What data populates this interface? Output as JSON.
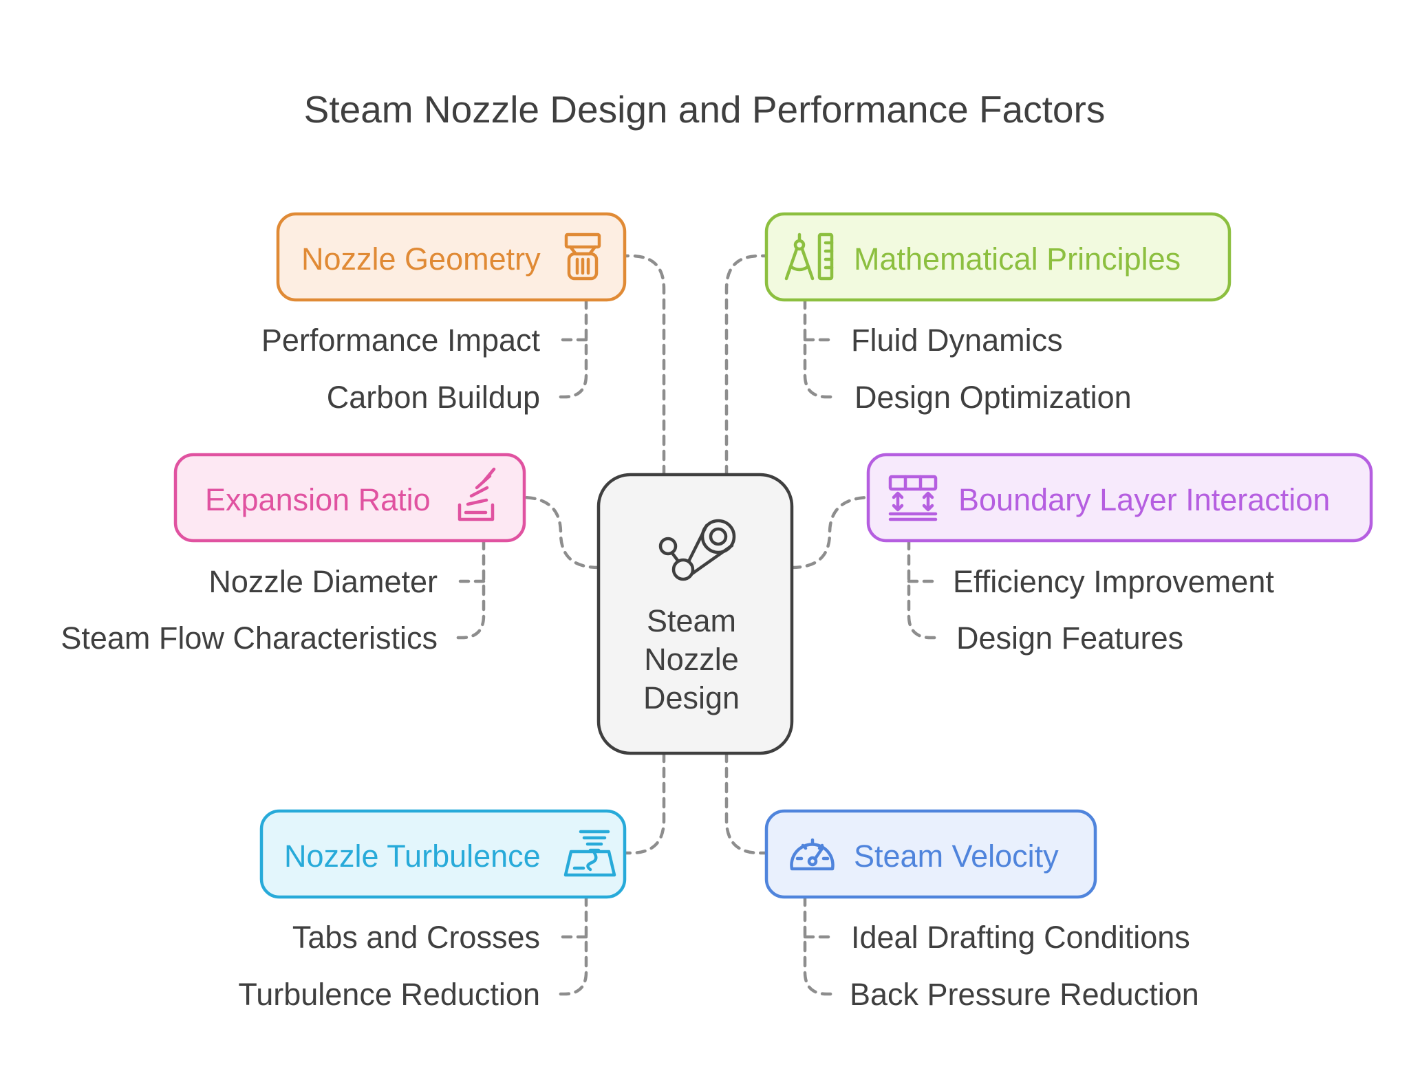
{
  "title": "Steam Nozzle Design and Performance Factors",
  "center": {
    "lines": [
      "Steam",
      "Nozzle",
      "Design"
    ],
    "icon": "valve-linkage-icon",
    "fill": "#f4f4f4",
    "stroke": "#3f3f3f"
  },
  "nodes": [
    {
      "id": "nozzle-geometry",
      "label": "Nozzle Geometry",
      "icon": "nozzle-icon",
      "color": "#e08a35",
      "fill": "#fdeee2",
      "subs": [
        "Performance Impact",
        "Carbon Buildup"
      ]
    },
    {
      "id": "mathematical-principles",
      "label": "Mathematical Principles",
      "icon": "drafting-compass-ruler-icon",
      "color": "#8cbf3f",
      "fill": "#f2fadf",
      "subs": [
        "Fluid Dynamics",
        "Design Optimization"
      ]
    },
    {
      "id": "expansion-ratio",
      "label": "Expansion Ratio",
      "icon": "expansion-icon",
      "color": "#e052a0",
      "fill": "#fde8f3",
      "subs": [
        "Nozzle Diameter",
        "Steam Flow Characteristics"
      ]
    },
    {
      "id": "boundary-layer-interaction",
      "label": "Boundary Layer Interaction",
      "icon": "layers-grid-icon",
      "color": "#b55ee0",
      "fill": "#f7eafc",
      "subs": [
        "Efficiency Improvement",
        "Design Features"
      ]
    },
    {
      "id": "nozzle-turbulence",
      "label": "Nozzle Turbulence",
      "icon": "tornado-icon",
      "color": "#27aad9",
      "fill": "#e3f6fc",
      "subs": [
        "Tabs and Crosses",
        "Turbulence Reduction"
      ]
    },
    {
      "id": "steam-velocity",
      "label": "Steam Velocity",
      "icon": "speedometer-icon",
      "color": "#4f84dc",
      "fill": "#e9f0fd",
      "subs": [
        "Ideal Drafting Conditions",
        "Back Pressure Reduction"
      ]
    }
  ]
}
